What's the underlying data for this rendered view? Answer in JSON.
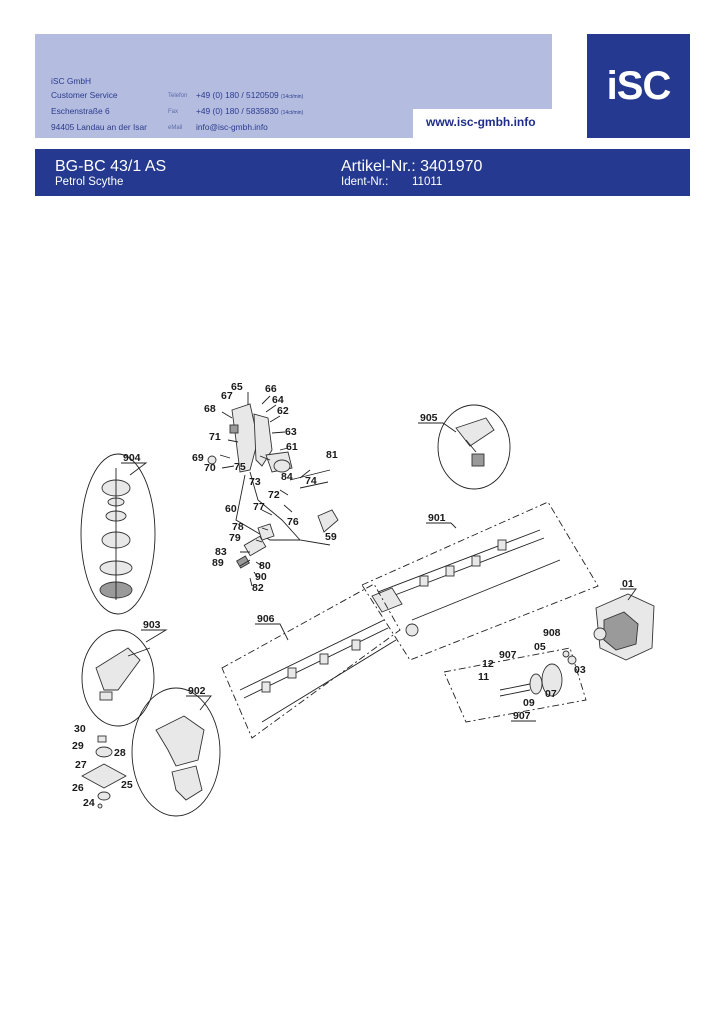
{
  "header": {
    "company": "iSC GmbH",
    "department": "Customer Service",
    "street": "Eschenstraße 6",
    "city": "94405 Landau an der Isar",
    "phone_label": "Telefon",
    "phone": "+49 (0) 180 / 5120509",
    "phone_rate": "(14ct/min)",
    "fax_label": "Fax",
    "fax": "+49 (0) 180 / 5835830",
    "fax_rate": "(14ct/min)",
    "email_label": "eMail",
    "email": "info@isc-gmbh.info",
    "website": "www.isc-gmbh.info",
    "logo_text": "iSC"
  },
  "product": {
    "model": "BG-BC 43/1 AS",
    "description": "Petrol Scythe",
    "article_label": "Artikel-Nr.:",
    "article_number": "3401970",
    "ident_label": "Ident-Nr.:",
    "ident_number": "11011"
  },
  "colors": {
    "header_light": "#b4bde0",
    "brand_blue": "#24398f"
  },
  "diagram": {
    "labels": {
      "l65": "65",
      "l66": "66",
      "l67": "67",
      "l64": "64",
      "l68": "68",
      "l62": "62",
      "l63": "63",
      "l71": "71",
      "l61": "61",
      "l69": "69",
      "l70": "70",
      "l75": "75",
      "l81": "81",
      "l73": "73",
      "l84": "84",
      "l74": "74",
      "l72": "72",
      "l60": "60",
      "l77": "77",
      "l76": "76",
      "l78": "78",
      "l59": "59",
      "l79": "79",
      "l83": "83",
      "l80": "80",
      "l89": "89",
      "l90": "90",
      "l82": "82",
      "l904": "904",
      "l905": "905",
      "l901": "901",
      "l906": "906",
      "l01": "01",
      "l908": "908",
      "l903": "903",
      "l05": "05",
      "l907a": "907",
      "l12": "12",
      "l03": "03",
      "l11": "11",
      "l07": "07",
      "l902": "902",
      "l09": "09",
      "l907b": "907",
      "l30": "30",
      "l29": "29",
      "l28": "28",
      "l27": "27",
      "l26": "26",
      "l25": "25",
      "l24": "24"
    }
  }
}
